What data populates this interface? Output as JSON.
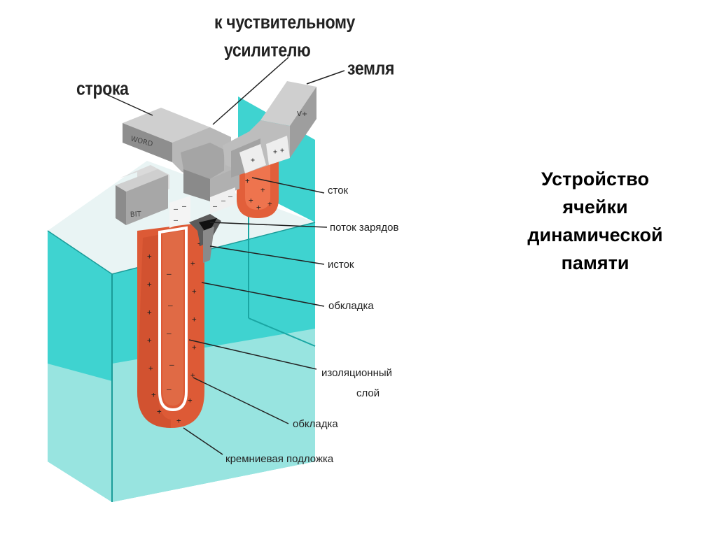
{
  "title_lines": [
    "Устройство",
    "ячейки",
    "динамической",
    "памяти"
  ],
  "labels": {
    "sense_amp_line1": "к чуствительному",
    "sense_amp_line2": "усилителю",
    "ground": "земля",
    "word_line": "строка",
    "drain": "сток",
    "charge_flow": "поток зарядов",
    "source": "исток",
    "plate_upper": "обкладка",
    "insulator_line1": "изоляционный",
    "insulator_line2": "слой",
    "plate_lower": "обкладка",
    "substrate": "кремниевая подложка"
  },
  "embossed": {
    "word": "WORD",
    "bit": "BIT",
    "vplus": "V+"
  },
  "colors": {
    "cyan": "#3ed3d0",
    "cyan_light": "#a8e7e3",
    "cyan_dark": "#149e9b",
    "orange": "#dd5b38",
    "orange_light": "#f07e58",
    "metal": "#a6a6a6",
    "metal_dark": "#6f6f6f",
    "metal_light": "#d5d5d5"
  }
}
